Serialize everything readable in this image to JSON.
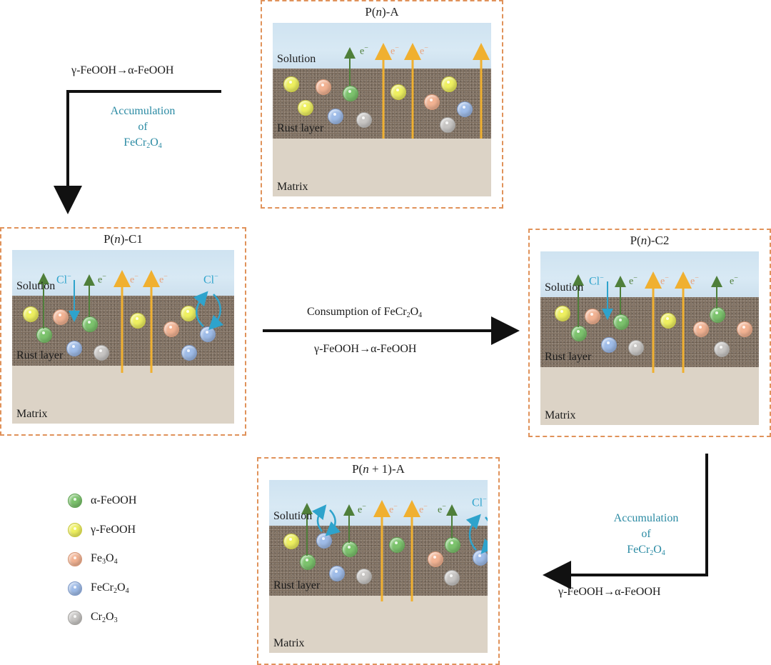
{
  "panels": [
    {
      "id": "pnA",
      "title": "P(n)-A",
      "title_parts": [
        "P(",
        "n",
        ")-A"
      ]
    },
    {
      "id": "pnC1",
      "title": "P(n)-C1",
      "title_parts": [
        "P(",
        "n",
        ")-C1"
      ]
    },
    {
      "id": "pnC2",
      "title": "P(n)-C2",
      "title_parts": [
        "P(",
        "n",
        ")-C2"
      ]
    },
    {
      "id": "pn1A",
      "title": "P(n + 1)-A",
      "title_parts": [
        "P(",
        "n",
        " + 1)-A"
      ]
    }
  ],
  "layer_labels": {
    "solution": "Solution",
    "rust": "Rust layer",
    "matrix": "Matrix"
  },
  "ion_labels": {
    "electron": "e",
    "chloride": "Cl",
    "minus": "−"
  },
  "flows": {
    "top_left": {
      "transform": "γ-FeOOH→α-FeOOH",
      "acc_line1": "Accumulation",
      "acc_line2": "of",
      "acc_formula": [
        "FeCr",
        "2",
        "O",
        "4"
      ]
    },
    "middle": {
      "consumption": "Consumption of ",
      "consumption_formula": [
        "FeCr",
        "2",
        "O",
        "4"
      ],
      "transform": "γ-FeOOH→α-FeOOH"
    },
    "bottom_right": {
      "transform": "γ-FeOOH→α-FeOOH",
      "acc_line1": "Accumulation",
      "acc_line2": "of",
      "acc_formula": [
        "FeCr",
        "2",
        "O",
        "4"
      ]
    }
  },
  "legend": [
    {
      "key": "alpha",
      "label": "α-FeOOH",
      "color": "#7cc36d"
    },
    {
      "key": "gamma",
      "label": "γ-FeOOH",
      "color": "#eef060"
    },
    {
      "key": "fe3o4",
      "label_parts": [
        "Fe",
        "3",
        "O",
        "4"
      ],
      "color": "#f2b393"
    },
    {
      "key": "fecr",
      "label_parts": [
        "FeCr",
        "2",
        "O",
        "4"
      ],
      "color": "#9fbce8"
    },
    {
      "key": "cr2o3",
      "label_parts": [
        "Cr",
        "2",
        "O",
        "3"
      ],
      "color": "#c8c6c4"
    }
  ],
  "colors": {
    "green_arrow": "#4f7f3a",
    "orange_arrow": "#f0b030",
    "cl_arrow": "#2ea3cc",
    "e_green": "#4f7f3a",
    "e_orange": "#e8a27a",
    "cl_text": "#2ea3cc",
    "accent_text": "#2a8aa3",
    "panel_border": "#e0925a"
  }
}
